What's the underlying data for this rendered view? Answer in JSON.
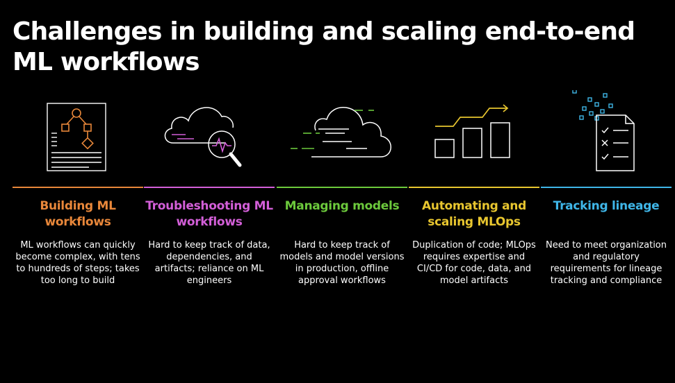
{
  "slide": {
    "title": "Challenges in building and scaling end-to-end ML workflows"
  },
  "columns": [
    {
      "heading": "Building ML workflows",
      "body": "ML workflows can quickly become complex, with tens to hundreds of steps; takes too long to build",
      "color": "#E8873A",
      "icon": "workflow-document-icon"
    },
    {
      "heading": "Troubleshooting ML workflows",
      "body": "Hard to keep track of data, dependencies, and artifacts; reliance on ML engineers",
      "color": "#D35FD8",
      "icon": "cloud-magnifier-icon"
    },
    {
      "heading": "Managing models",
      "body": "Hard to keep track of models and model versions in production, offline approval workflows",
      "color": "#6CC93C",
      "icon": "cloud-icon"
    },
    {
      "heading": "Automating and scaling MLOps",
      "body": "Duplication of code; MLOps requires expertise and CI/CD for code, data, and model artifacts",
      "color": "#E8C62F",
      "icon": "bar-chart-growth-icon"
    },
    {
      "heading": "Tracking lineage",
      "body": "Need to meet organization and regulatory requirements for lineage tracking and compliance",
      "color": "#3FB6E8",
      "icon": "checklist-document-icon"
    }
  ]
}
